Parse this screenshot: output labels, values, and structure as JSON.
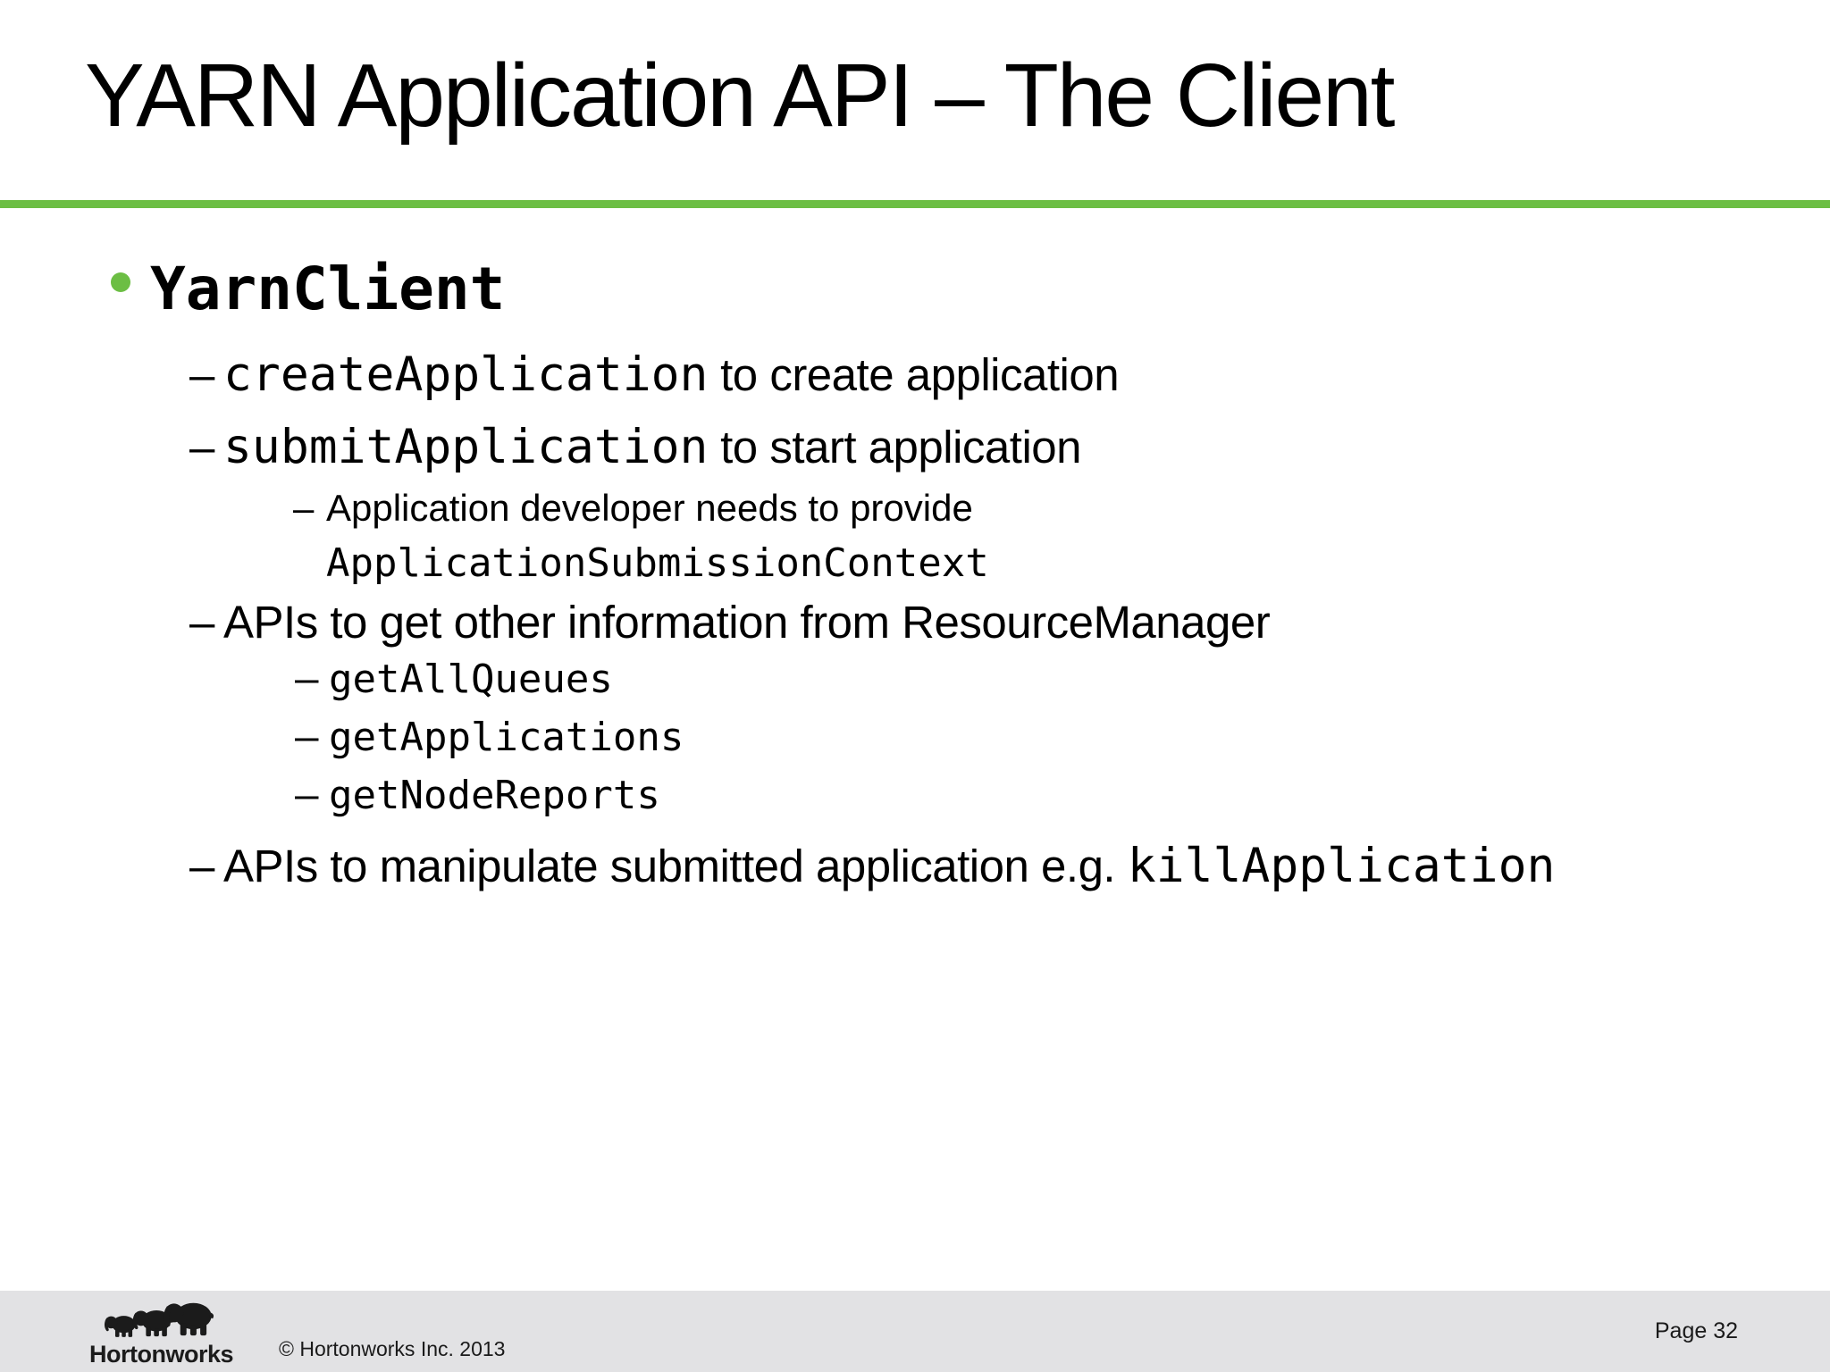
{
  "colors": {
    "accent_green": "#6CBE44",
    "footer_bg": "#E2E2E4",
    "ink": "#000000",
    "logo_ink": "#1B1B1B"
  },
  "title": "YARN Application API – The Client",
  "bullets": {
    "dash": "–",
    "yarnclient": "YarnClient",
    "create_code": "createApplication",
    "create_text": " to create application",
    "submit_code": "submitApplication",
    "submit_text": " to start application",
    "provide_text": "Application developer needs to provide",
    "provide_code": "ApplicationSubmissionContext",
    "apis_info": "APIs to get other information from ResourceManager",
    "get_queues": "getAllQueues",
    "get_apps": "getApplications",
    "get_nodes": "getNodeReports",
    "manipulate_text": "APIs to manipulate submitted application e.g. ",
    "manipulate_code": "killApplication"
  },
  "footer": {
    "logo_wordmark": "Hortonworks",
    "copyright": "© Hortonworks Inc. 2013",
    "page": "Page 32"
  }
}
